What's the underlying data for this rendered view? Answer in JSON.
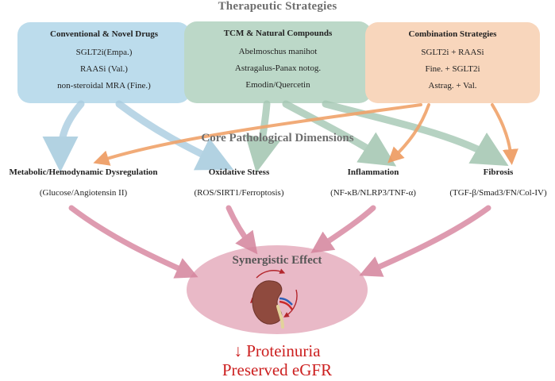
{
  "title": "Therapeutic Strategies",
  "core_title": "Core Pathological Dimensions",
  "colors": {
    "blue": "#bcdcec",
    "green": "#bcd8c8",
    "orange": "#f8d6bc",
    "blue_arrow": "#a9cde0",
    "green_arrow": "#a5c7b3",
    "orange_arrow": "#f0a36a",
    "pink_arrow": "#d98aa3",
    "effect_fill": "#e9b9c7",
    "outcome_red": "#cc1f1f"
  },
  "strategies": [
    {
      "title": "Conventional & Novel Drugs",
      "items": [
        "SGLT2i(Empa.)",
        "RAASi (Val.)",
        "non-steroidal MRA (Fine.)"
      ]
    },
    {
      "title": "TCM & Natural Compounds",
      "items": [
        "Abelmoschus manihot",
        "Astragalus-Panax notog.",
        "Emodin/Quercetin"
      ]
    },
    {
      "title": "Combination Strategies",
      "items": [
        "SGLT2i + RAASi",
        "Fine. + SGLT2i",
        "Astrag. + Val."
      ]
    }
  ],
  "dimensions": [
    {
      "name": "Metabolic/Hemodynamic Dysregulation",
      "detail": "(Glucose/Angiotensin II)"
    },
    {
      "name": "Oxidative Stress",
      "detail": "(ROS/SIRT1/Ferroptosis)"
    },
    {
      "name": "Inflammation",
      "detail": "(NF-κB/NLRP3/TNF-α)"
    },
    {
      "name": "Fibrosis",
      "detail": "(TGF-β/Smad3/FN/Col-IV)"
    }
  ],
  "effect": {
    "title": "Synergistic Effect",
    "icon": "kidney-icon"
  },
  "outcomes": [
    "↓ Proteinuria",
    "Preserved eGFR"
  ]
}
